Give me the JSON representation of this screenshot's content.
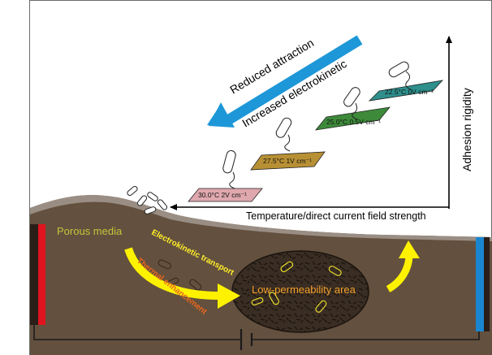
{
  "labels": {
    "arrow_line1": "Reduced attraction",
    "arrow_line2": "Increased electrokinetic",
    "y_axis": "Adhesion rigidity",
    "x_axis": "Temperature/direct current field strength",
    "porous_media": "Porous media",
    "transport": "Electrokinetic transport",
    "thermal": "Thermal enhancement",
    "low_perm": "Low-permeability area"
  },
  "conditions": [
    {
      "text": "22.5°C 0V cm⁻¹",
      "color": "#2e8f8c"
    },
    {
      "text": "25.0°C 0.5V cm⁻¹",
      "color": "#3d8a3a"
    },
    {
      "text": "27.5°C 1V cm⁻¹",
      "color": "#b89034"
    },
    {
      "text": "30.0°C 2V cm⁻¹",
      "color": "#dfa8ae"
    }
  ],
  "colors": {
    "soil": "#63503e",
    "surface_ridge": "#9a8e84",
    "big_arrow": "#1d97d8",
    "transport_arrow": "#fff200",
    "transport_text": "#ffef2a",
    "thermal_text": "#e8671e",
    "low_perm_text": "#f2a02a",
    "porous_text": "#c8c43a",
    "electrode_left": "#e0141e",
    "electrode_right": "#1a86d0",
    "electrode_cap": "#2a1e18"
  }
}
